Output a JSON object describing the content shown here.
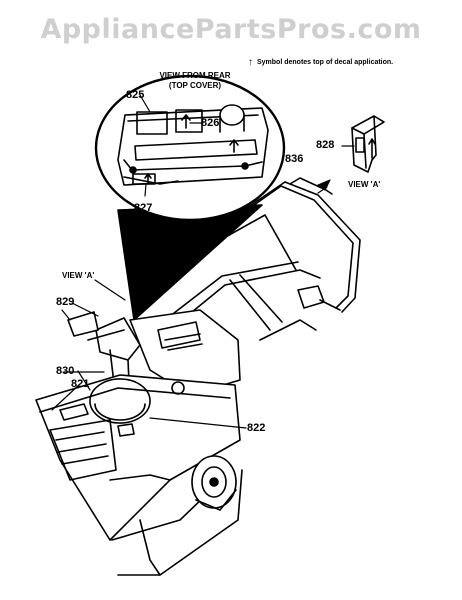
{
  "watermark": "AppliancePartsPros.com",
  "legend": {
    "arrow_icon": "up-arrow-icon",
    "text": "Symbol denotes top of decal application."
  },
  "inset": {
    "title_line1": "VIEW FROM REAR",
    "title_line2": "(TOP COVER)"
  },
  "view_a_captions": {
    "right": "VIEW 'A'",
    "left": "VIEW 'A'"
  },
  "part_labels": {
    "p825": "825",
    "p826": "826",
    "p827": "827",
    "p828": "828",
    "p836": "836",
    "p829": "829",
    "p830": "830",
    "p821": "821",
    "p822": "822"
  }
}
